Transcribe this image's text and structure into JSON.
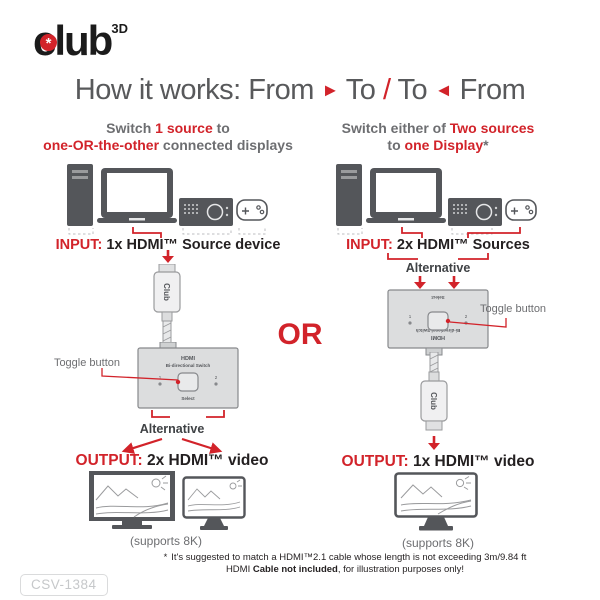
{
  "colors": {
    "brand_red": "#d2232a",
    "title_gray": "#58595b",
    "label_gray": "#6d6e71",
    "dark_text": "#231f20",
    "device_gray": "#54565a",
    "dash_gray": "#bcbec0",
    "switch_box_fill": "#dcddde",
    "badge_gray": "#c6c8ca"
  },
  "logo": {
    "brand": "club",
    "superscript": "3D",
    "ball_glyph": "*"
  },
  "title": {
    "part1": "How it works: From ",
    "arrow_right": "►",
    "part2": " To ",
    "slash": "/",
    "part3": " To ",
    "arrow_left": "◄",
    "part4": " From"
  },
  "left_column": {
    "header": {
      "seg_gray1": "Switch ",
      "seg_red1": "1 source",
      "seg_gray2": " to",
      "seg_red2": "one-OR-the-other",
      "seg_gray3": " connected displays"
    },
    "input_label": "INPUT:",
    "input_value": " 1x HDMI™ Source device",
    "toggle_button_label": "Toggle button",
    "alternative_label": "Alternative",
    "output_label": "OUTPUT:",
    "output_value": " 2x HDMI™ video",
    "supports_caption": "(supports 8K)"
  },
  "right_column": {
    "header": {
      "seg_gray1": "Switch either of ",
      "seg_red1": "Two sources",
      "seg_gray2": "to ",
      "seg_red2": "one Display",
      "seg_gray3": "*"
    },
    "input_label": "INPUT:",
    "input_value": " 2x HDMI™ Sources",
    "alternative_label": "Alternative",
    "toggle_button_label": "Toggle button",
    "output_label": "OUTPUT:",
    "output_value": " 1x HDMI™ video",
    "supports_caption": "(supports 8K)"
  },
  "or_label": "OR",
  "switch_box": {
    "title": "HDMI",
    "subtitle": "Bi-directional Switch",
    "button_label": "Select",
    "port_left": "1",
    "port_right": "2"
  },
  "cable": {
    "brand": "Club"
  },
  "footnote": {
    "asterisk": "*",
    "line1": "It's suggested to match a HDMI™2.1 cable whose length is not exceeding 3m/9.84 ft",
    "line2_part1": "HDMI ",
    "line2_bold": "Cable not included",
    "line2_part2": ", for illustration purposes only!"
  },
  "product_code": "CSV-1384",
  "icons": {
    "source_devices": [
      "desktop-tower-icon",
      "laptop-icon",
      "media-player-icon",
      "game-controller-icon"
    ],
    "output_devices": [
      "tv-icon",
      "monitor-icon"
    ],
    "cable_icon": "hdmi-cable-icon",
    "switch_icon": "hdmi-switch-box-icon"
  }
}
